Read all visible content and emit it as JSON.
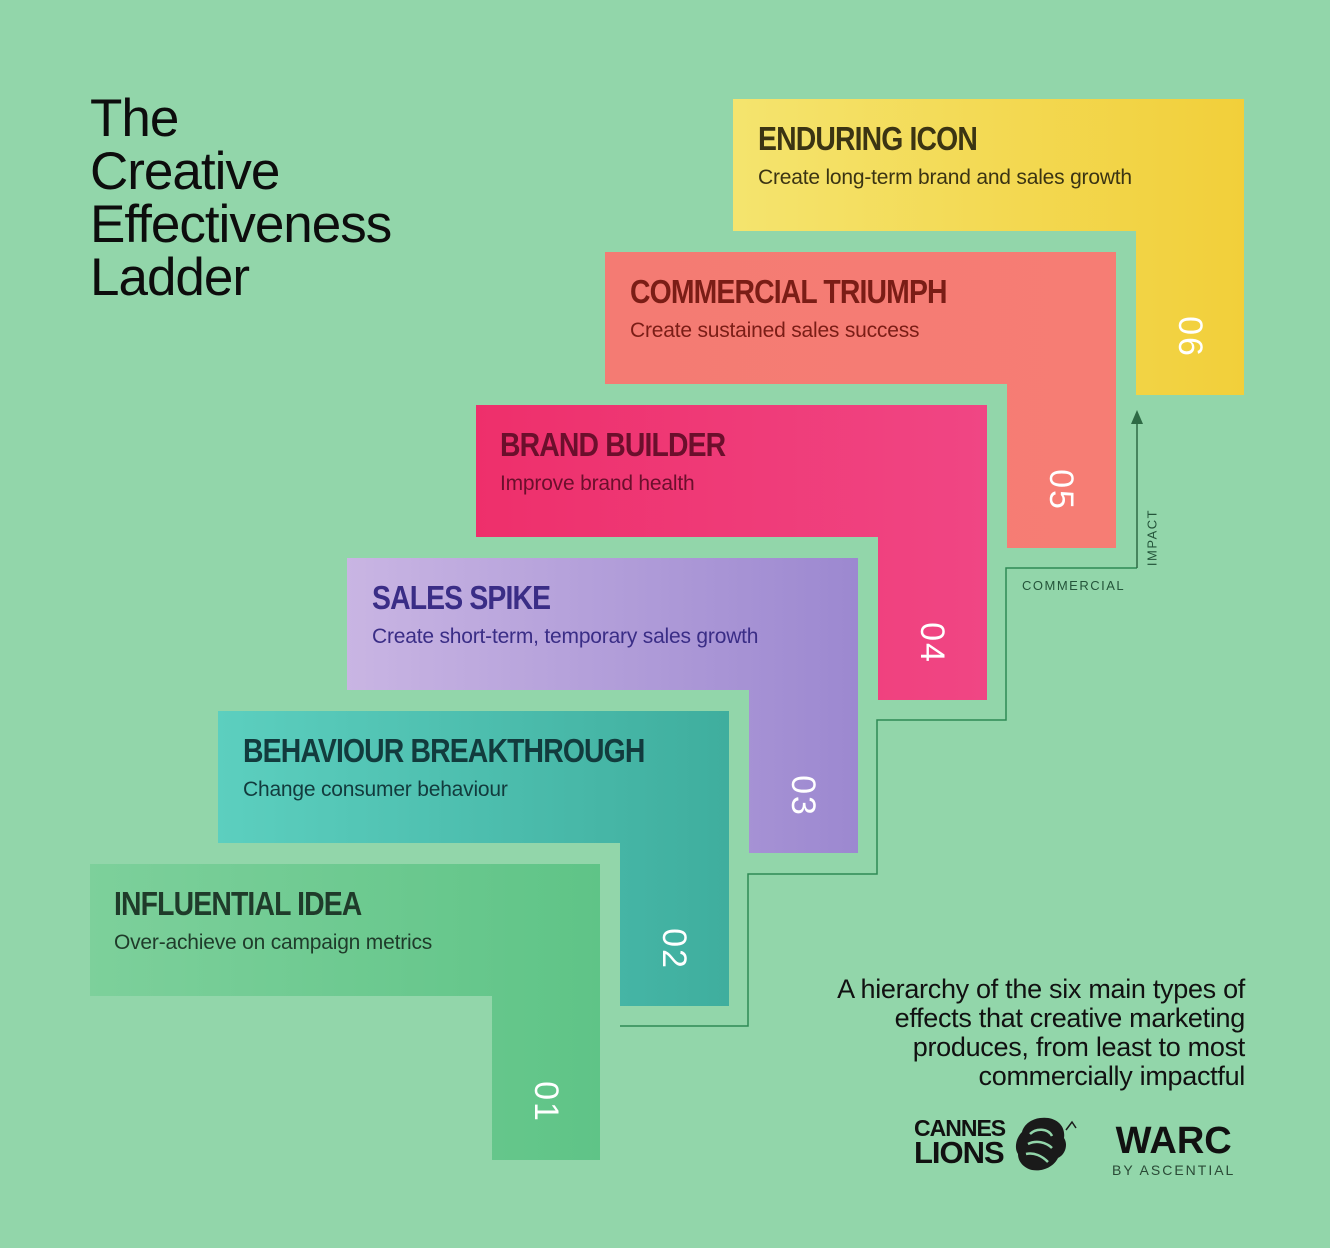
{
  "title": {
    "lines": [
      "The",
      "Creative",
      "Effectiveness",
      "Ladder"
    ]
  },
  "steps": [
    {
      "number": "01",
      "name": "INFLUENTIAL IDEA",
      "desc": "Over-achieve on campaign metrics",
      "color": "#68c98d",
      "text_color": "#1f3b2a"
    },
    {
      "number": "02",
      "name": "BEHAVIOUR BREAKTHROUGH",
      "desc": "Change consumer behaviour",
      "color": "#4dbfb0",
      "text_color": "#123b3d"
    },
    {
      "number": "03",
      "name": "SALES SPIKE",
      "desc": "Create short-term, temporary sales growth",
      "color": "#b09ad8",
      "text_color": "#3a2d86"
    },
    {
      "number": "04",
      "name": "BRAND BUILDER",
      "desc": "Improve brand health",
      "color": "#ee3d7c",
      "text_color": "#6b0f2c"
    },
    {
      "number": "05",
      "name": "COMMERCIAL TRIUMPH",
      "desc": "Create sustained sales success",
      "color": "#f47d74",
      "text_color": "#7a1d16"
    },
    {
      "number": "06",
      "name": "ENDURING ICON",
      "desc": "Create long-term brand and sales growth",
      "color": "#f5dd5c",
      "text_color": "#3b3413"
    }
  ],
  "axis": {
    "label_commercial": "COMMERCIAL",
    "label_impact": "IMPACT"
  },
  "summary": "A hierarchy of the six main types of effects that creative marketing produces, from least to most commercially impactful",
  "logos": {
    "cannes_line1": "CANNES",
    "cannes_line2": "LIONS",
    "warc": "WARC",
    "warc_sub": "BY ASCENTIAL"
  }
}
